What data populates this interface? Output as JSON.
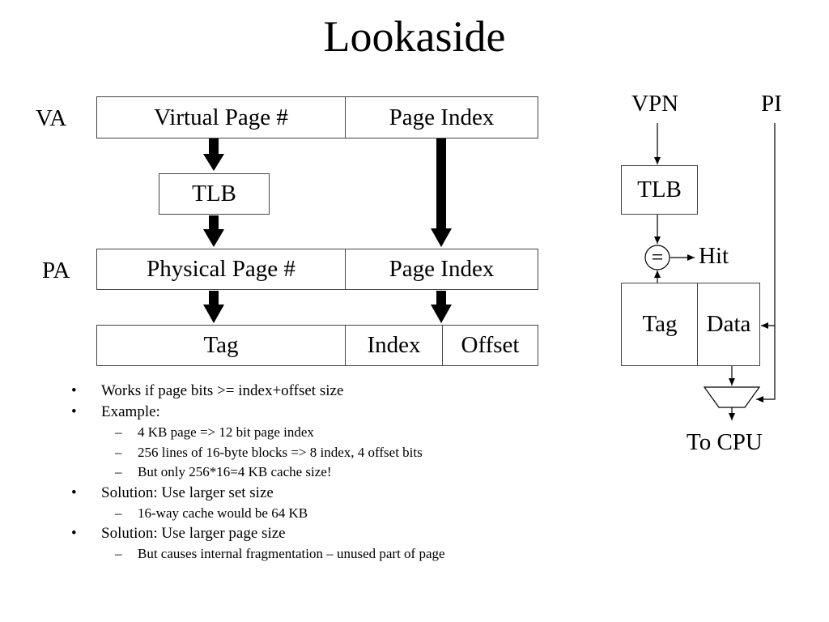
{
  "title": "Lookaside",
  "left_diagram": {
    "va_label": "VA",
    "pa_label": "PA",
    "virtual_page": "Virtual Page #",
    "page_index_top": "Page Index",
    "tlb": "TLB",
    "physical_page": "Physical Page #",
    "page_index_mid": "Page Index",
    "tag": "Tag",
    "index": "Index",
    "offset": "Offset"
  },
  "right_diagram": {
    "vpn": "VPN",
    "pi": "PI",
    "tlb": "TLB",
    "equals": "=",
    "hit": "Hit",
    "tag": "Tag",
    "data": "Data",
    "to_cpu": "To CPU"
  },
  "bullets": [
    {
      "level": 1,
      "text": "Works if page bits >= index+offset size"
    },
    {
      "level": 1,
      "text": "Example:"
    },
    {
      "level": 2,
      "text": "4 KB page => 12 bit page index"
    },
    {
      "level": 2,
      "text": "256 lines of 16-byte blocks => 8 index, 4 offset bits"
    },
    {
      "level": 2,
      "text": "But only 256*16=4 KB cache size!"
    },
    {
      "level": 1,
      "text": "Solution: Use larger set size"
    },
    {
      "level": 2,
      "text": "16-way cache would be 64 KB"
    },
    {
      "level": 1,
      "text": "Solution: Use larger page size"
    },
    {
      "level": 2,
      "text": "But causes internal fragmentation – unused part of page"
    }
  ]
}
